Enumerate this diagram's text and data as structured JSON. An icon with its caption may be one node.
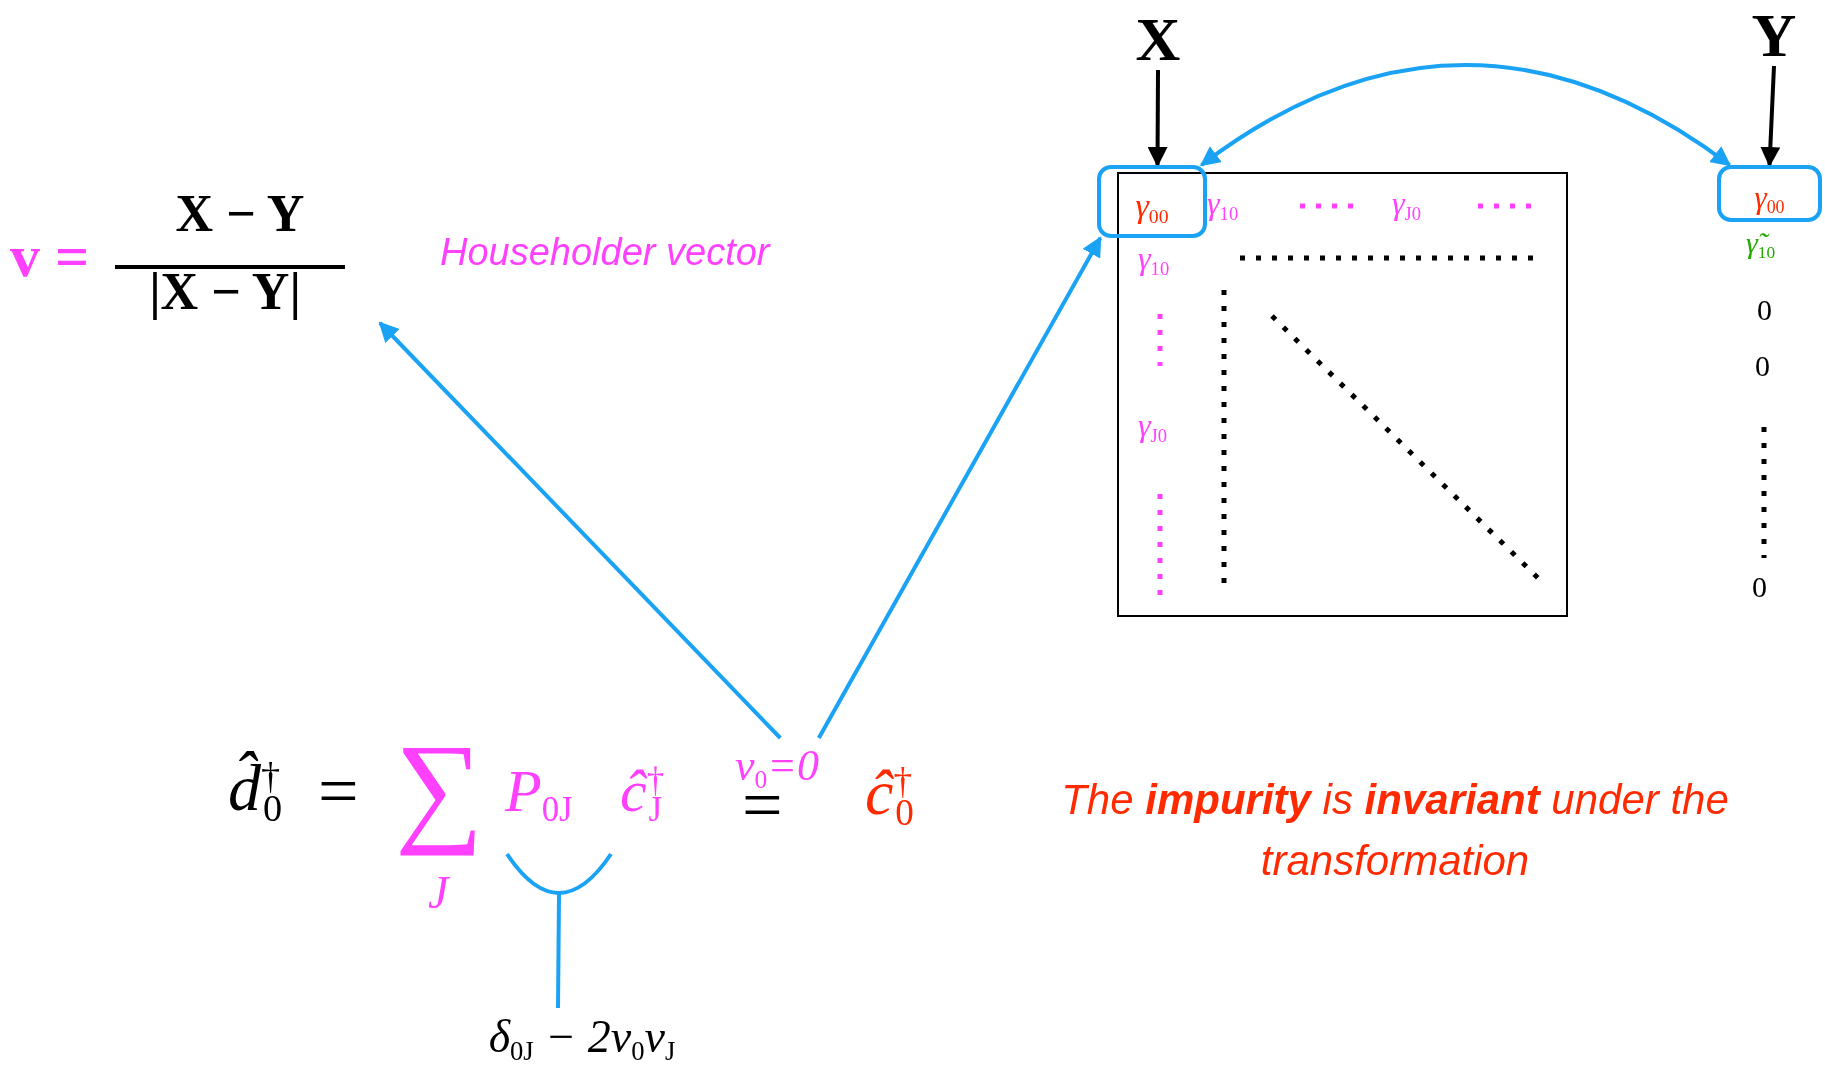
{
  "diagram": {
    "nodes": [
      {
        "text": [
          "v =",
          "X − Y",
          "|X − Y|"
        ]
      },
      {
        "text": [
          "X"
        ]
      },
      {
        "text": [
          "Y"
        ]
      },
      {
        "text": [],
        "shape": "box"
      },
      {
        "text": [
          "γ$_{00}$"
        ]
      },
      {
        "text": [
          "γ$_{00}$"
        ]
      },
      {
        "text": [
          "v$_{0}$=0"
        ]
      },
      {
        "text": [],
        "shape": "brace"
      },
      {
        "text": [
          "δ$_{0J}$ − 2v$_{0}$v$_{J}$"
        ]
      }
    ],
    "edges": [
      {
        "from": 6,
        "to": 0,
        "arrow": "to"
      },
      {
        "from": 6,
        "to": 4,
        "arrow": "to"
      },
      {
        "from": 4,
        "to": 5,
        "arrow": "both"
      },
      {
        "from": 1,
        "to": 4,
        "arrow": "to",
        "color": "#000000"
      },
      {
        "from": 2,
        "to": 5,
        "arrow": "to",
        "color": "#000000"
      },
      {
        "from": 8,
        "to": 7,
        "arrow": "none"
      }
    ],
    "labels": [
      "Householder vector",
      "γ$_{10}$",
      "γ$_{J0}$",
      "γ̃$_{10}$",
      "γ$_{10}$",
      "0",
      "0",
      "γ$_{J0}$",
      "0",
      "d̂$^{†}$$_{0}$",
      "=",
      "∑",
      "P$_{0J}$",
      "ĉ$^{†}$$_{J}$",
      "=",
      "ĉ$^{†}$$_{0}$",
      "J",
      "The **impurity** is **invariant** under the transformation"
    ]
  }
}
